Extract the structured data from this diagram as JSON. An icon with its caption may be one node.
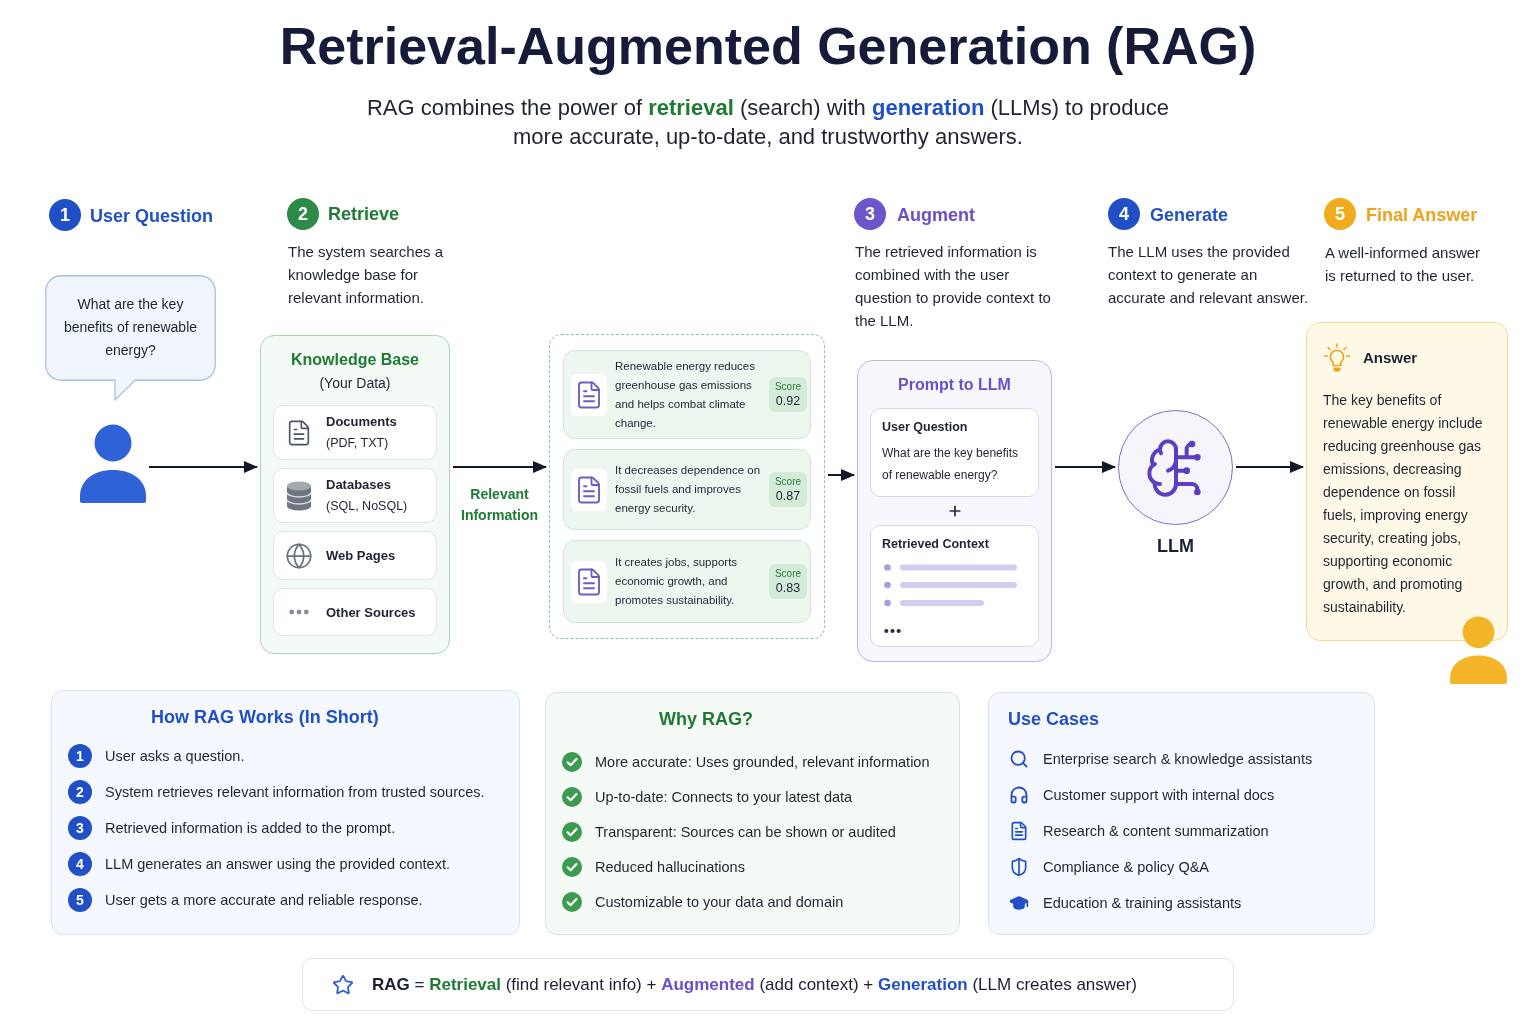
{
  "diagram": {
    "title": "Retrieval-Augmented Generation (RAG)",
    "nodes": [
      {
        "text": [
          "What are the key benefits of renewable energy?"
        ]
      },
      {
        "text": [],
        "shape": "person"
      },
      {
        "text": [
          "Knowledge Base",
          "(Your Data)"
        ]
      },
      {
        "text": [
          "Documents",
          "(PDF, TXT)"
        ],
        "in": 2
      },
      {
        "text": [
          "Databases",
          "(SQL, NoSQL)"
        ],
        "in": 2
      },
      {
        "text": [
          "Web Pages"
        ],
        "in": 2
      },
      {
        "text": [
          "Other Sources"
        ],
        "in": 2
      },
      {
        "text": [],
        "shape": "box"
      },
      {
        "text": [
          "Renewable energy reduces greenhouse gas emissions and helps combat climate change."
        ],
        "in": 7
      },
      {
        "text": [
          "Score",
          "0.92"
        ],
        "in": 8
      },
      {
        "text": [
          "It decreases dependence on fossil fuels and improves energy security."
        ],
        "in": 7
      },
      {
        "text": [
          "Score",
          "0.87"
        ],
        "in": 10
      },
      {
        "text": [
          "It creates jobs, supports economic growth, and promotes sustainability."
        ],
        "in": 7
      },
      {
        "text": [
          "Score",
          "0.83"
        ],
        "in": 12
      },
      {
        "text": [
          "Prompt to LLM"
        ]
      },
      {
        "text": [
          "User Question",
          "What are the key benefits of renewable energy?"
        ],
        "in": 14
      },
      {
        "text": [
          "Retrieved Context"
        ],
        "in": 14
      },
      {
        "text": [
          "LLM"
        ]
      },
      {
        "text": [
          "Answer",
          "The key benefits of renewable energy include reducing greenhouse gas emissions, decreasing dependence on fossil fuels, improving energy security, creating jobs, supporting economic growth, and promoting sustainability."
        ]
      },
      {
        "text": [
          "How RAG Works (In Short)",
          "User asks a question.",
          "System retrieves relevant information from trusted sources.",
          "Retrieved information is added to the prompt.",
          "LLM generates an answer using the provided context.",
          "User gets a more accurate and reliable response."
        ]
      },
      {
        "text": [
          "Why RAG?",
          "More accurate: Uses grounded, relevant information",
          "Up-to-date: Connects to your latest data",
          "Transparent: Sources can be shown or audited",
          "Reduced hallucinations",
          "Customizable to your data and domain"
        ]
      },
      {
        "text": [
          "Use Cases",
          "Enterprise search & knowledge assistants",
          "Customer support with internal docs",
          "Research & content summarization",
          "Compliance & policy Q&A",
          "Education & training assistants"
        ]
      },
      {
        "text": [
          "**RAG** = **Retrieval** (find relevant info) + **Augmented** (add context) + **Generation** (LLM creates answer)"
        ]
      }
    ],
    "edges": [
      {
        "from": 1,
        "to": 2,
        "arrow": "to"
      },
      {
        "from": 2,
        "to": 7,
        "arrow": "to",
        "label": "Relevant Information"
      },
      {
        "from": 7,
        "to": 14,
        "arrow": "to"
      },
      {
        "from": 14,
        "to": 17,
        "arrow": "to"
      },
      {
        "from": 17,
        "to": 18,
        "arrow": "to"
      }
    ],
    "labels": [
      "RAG combines the power of **retrieval** (search) with **generation** (LLMs) to produce more accurate, up-to-date, and trustworthy answers.",
      "1",
      "User Question",
      "2",
      "Retrieve",
      "The system searches a knowledge base for relevant information.",
      "3",
      "Augment",
      "The retrieved information is combined with the user question to provide context to the LLM.",
      "4",
      "Generate",
      "The LLM uses the provided context to generate an accurate and relevant answer.",
      "5",
      "Final Answer",
      "A well-informed answer is returned to the user.",
      "1",
      "2",
      "3",
      "4",
      "5"
    ]
  }
}
